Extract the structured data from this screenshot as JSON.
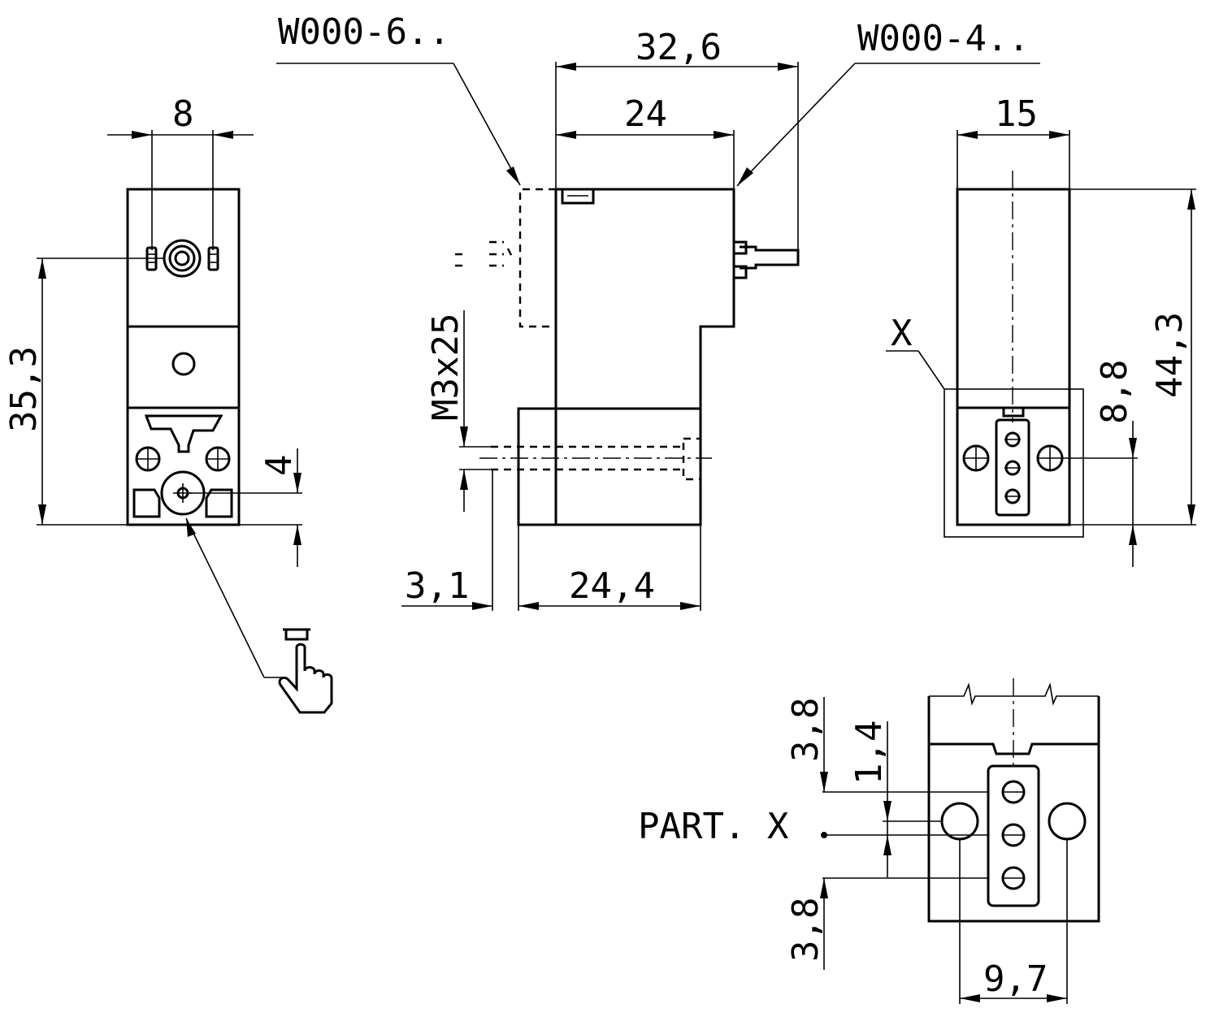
{
  "labels": {
    "part_w6": "W000-6..",
    "part_w4": "W000-4..",
    "thread": "M3x25",
    "x_marker": "X",
    "detail_title": "PART. X"
  },
  "dimensions": {
    "front_width": "8",
    "front_height": "35,3",
    "front_offset": "4",
    "side_total": "32,6",
    "side_body": "24",
    "side_base": "24,4",
    "side_offset": "3,1",
    "rear_width": "15",
    "rear_height": "44,3",
    "rear_port_height": "8,8",
    "detail_top": "3,8",
    "detail_pitch": "1,4",
    "detail_bottom": "3,8",
    "detail_width": "9,7"
  }
}
